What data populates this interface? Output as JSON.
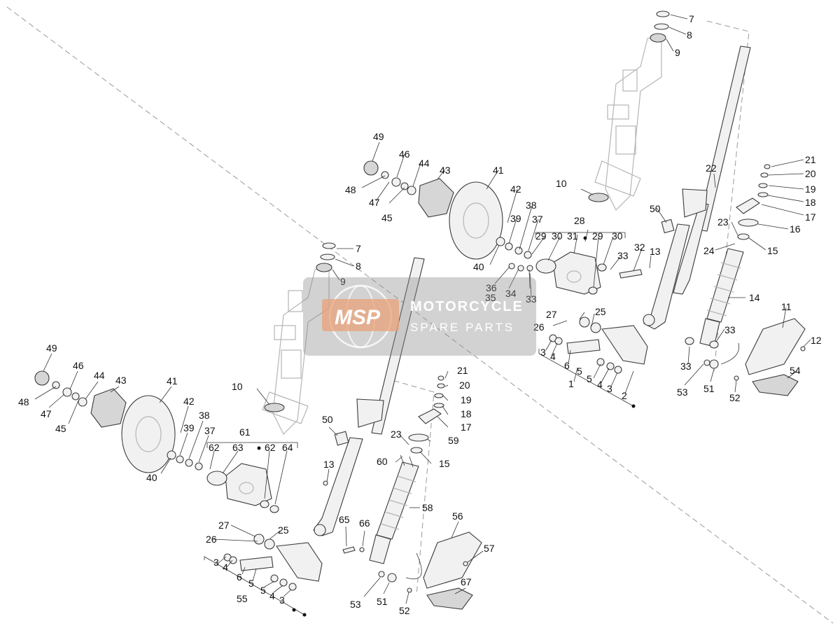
{
  "watermark": {
    "logo": "MSP",
    "line1": "MOTORCYCLE",
    "line2": "SPARE PARTS"
  },
  "part_labels": {
    "p1": "1",
    "p2": "2",
    "p3": "3",
    "p4": "4",
    "p5": "5",
    "p6": "6",
    "p7": "7",
    "p8": "8",
    "p9": "9",
    "p10": "10",
    "p11": "11",
    "p12": "12",
    "p13": "13",
    "p14": "14",
    "p15": "15",
    "p16": "16",
    "p17": "17",
    "p18": "18",
    "p19": "19",
    "p20": "20",
    "p21": "21",
    "p22": "22",
    "p23": "23",
    "p24": "24",
    "p25": "25",
    "p26": "26",
    "p27": "27",
    "p28": "28",
    "p29": "29",
    "p30": "30",
    "p31": "31",
    "p32": "32",
    "p33": "33",
    "p34": "34",
    "p35": "35",
    "p36": "36",
    "p37": "37",
    "p38": "38",
    "p39": "39",
    "p40": "40",
    "p41": "41",
    "p42": "42",
    "p43": "43",
    "p44": "44",
    "p45": "45",
    "p46": "46",
    "p47": "47",
    "p48": "48",
    "p49": "49",
    "p50": "50",
    "p51": "51",
    "p52": "52",
    "p53": "53",
    "p54": "54",
    "p55": "55",
    "p56": "56",
    "p57": "57",
    "p58": "58",
    "p59": "59",
    "p60": "60",
    "p61": "61",
    "p62": "62",
    "p63": "63",
    "p64": "64",
    "p65": "65",
    "p66": "66",
    "p67": "67"
  }
}
